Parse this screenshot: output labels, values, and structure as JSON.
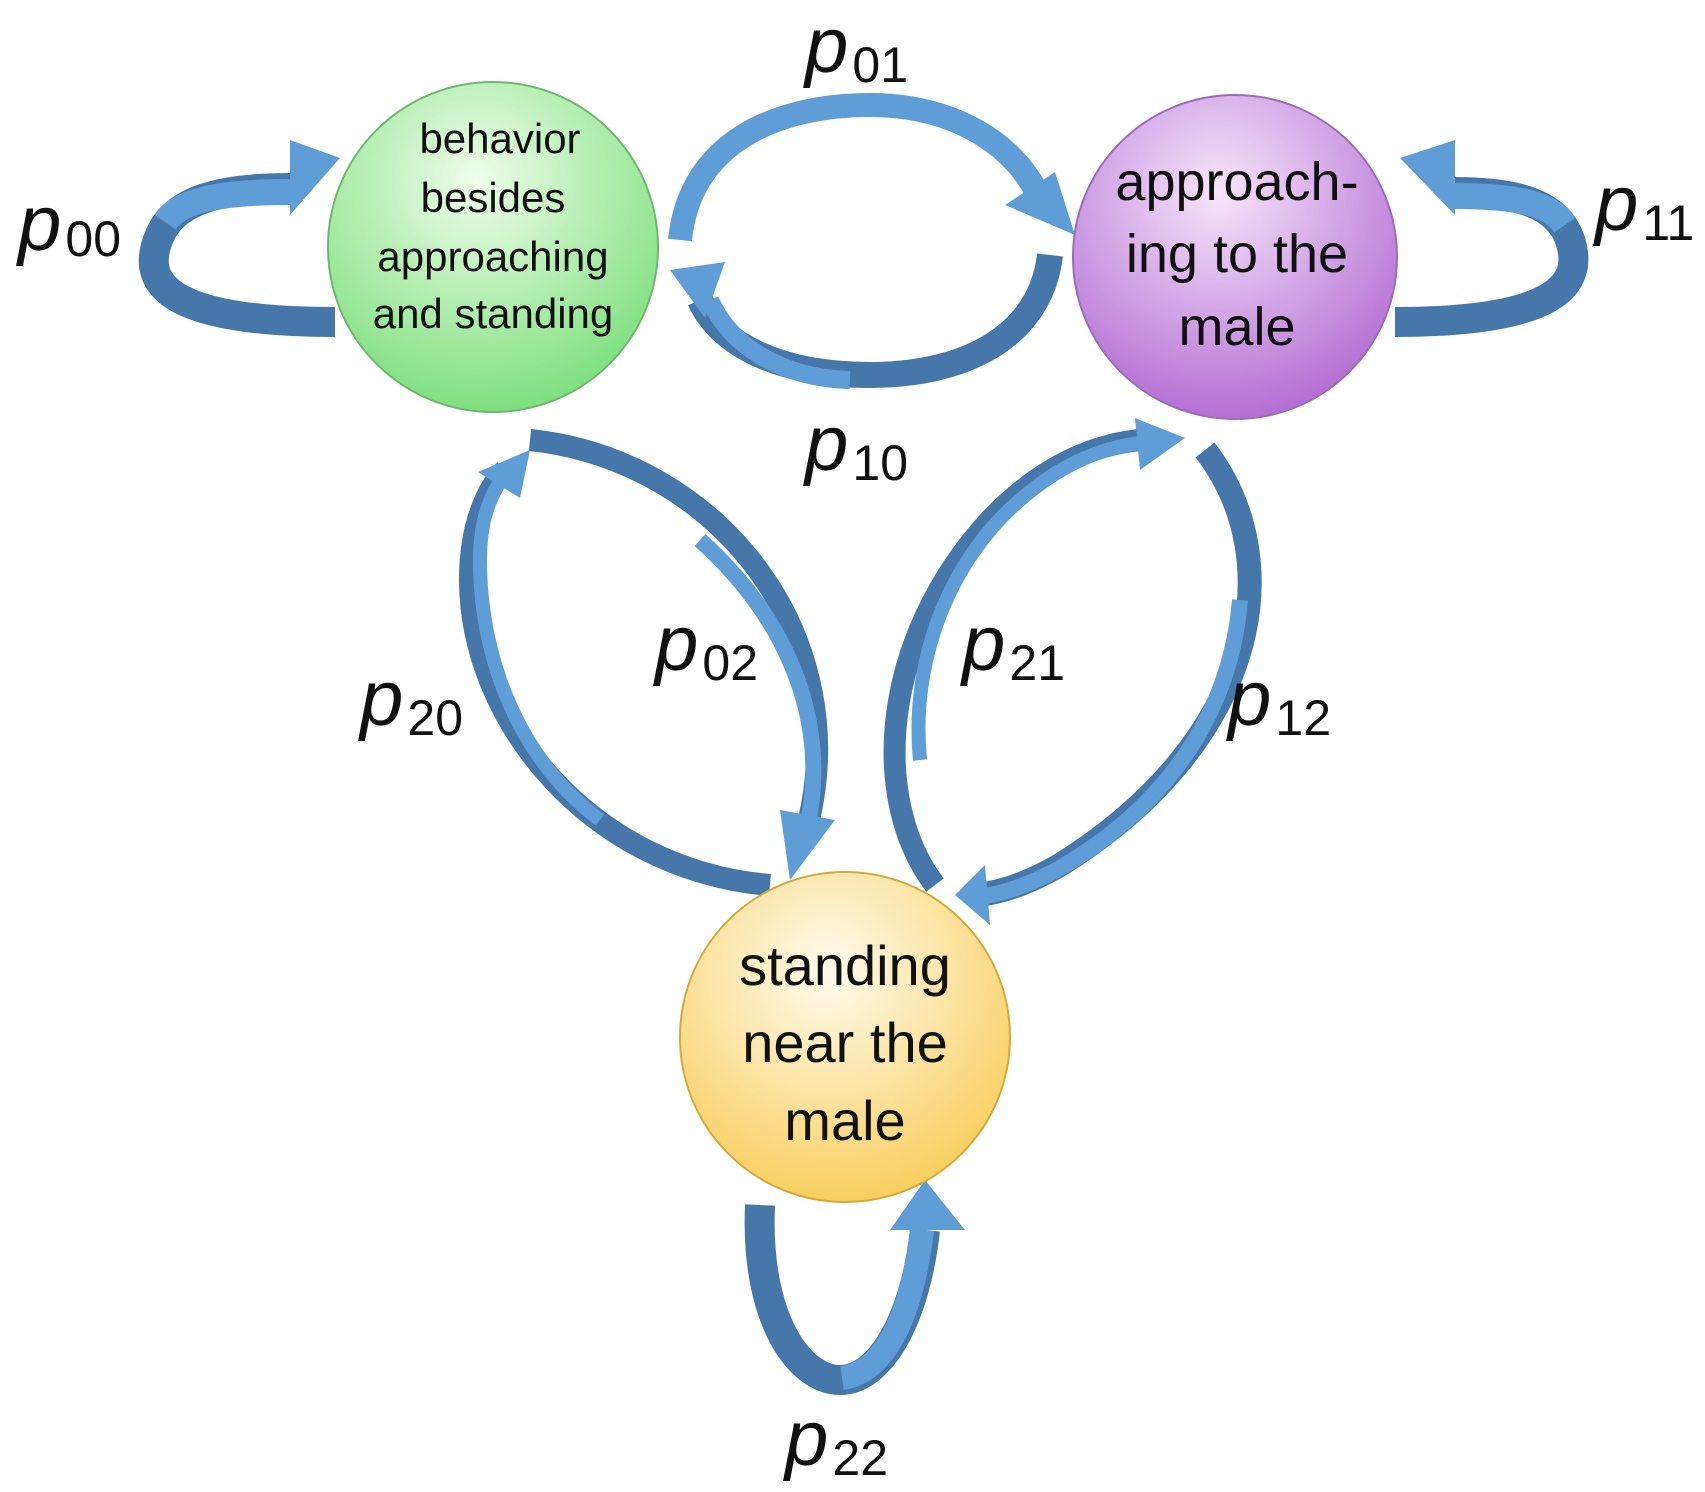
{
  "states": [
    {
      "id": "s0",
      "lines": [
        "behavior",
        "besides",
        "approaching",
        "and standing"
      ],
      "color_light": "#effdea",
      "color_dark": "#7fe07f",
      "stroke": "#6fb86f"
    },
    {
      "id": "s1",
      "lines": [
        "approach-",
        "ing to the",
        "male"
      ],
      "color_light": "#f7e6fb",
      "color_dark": "#b36fd3",
      "stroke": "#9b6cb7"
    },
    {
      "id": "s2",
      "lines": [
        "standing",
        "near the",
        "male"
      ],
      "color_light": "#fffbee",
      "color_dark": "#f8cf60",
      "stroke": "#d6a93a"
    }
  ],
  "transitions": [
    {
      "id": "p00",
      "main": "p",
      "sub": "00"
    },
    {
      "id": "p01",
      "main": "p",
      "sub": "01"
    },
    {
      "id": "p11",
      "main": "p",
      "sub": "11"
    },
    {
      "id": "p10",
      "main": "p",
      "sub": "10"
    },
    {
      "id": "p02",
      "main": "p",
      "sub": "02"
    },
    {
      "id": "p20",
      "main": "p",
      "sub": "20"
    },
    {
      "id": "p21",
      "main": "p",
      "sub": "21"
    },
    {
      "id": "p12",
      "main": "p",
      "sub": "12"
    },
    {
      "id": "p22",
      "main": "p",
      "sub": "22"
    }
  ],
  "arrow_colors": {
    "light": "#5f9dd6",
    "dark": "#4677aa"
  }
}
